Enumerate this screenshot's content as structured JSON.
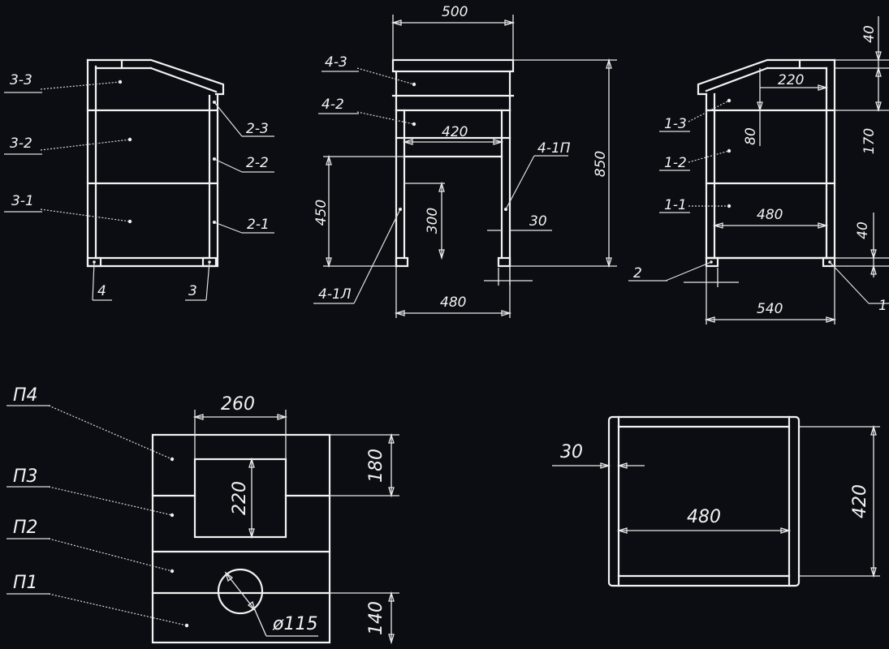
{
  "views": {
    "side_left": {
      "parts": [
        "3-3",
        "3-2",
        "3-1",
        "2-3",
        "2-2",
        "2-1",
        "4",
        "3"
      ]
    },
    "front": {
      "parts": [
        "4-3",
        "4-2",
        "4-1П",
        "4-1Л"
      ],
      "dims": [
        "500",
        "420",
        "450",
        "300",
        "30",
        "850",
        "480"
      ]
    },
    "side_right": {
      "parts": [
        "1-3",
        "1-2",
        "1-1",
        "2",
        "1"
      ],
      "dims": [
        "220",
        "40",
        "170",
        "80",
        "480",
        "40",
        "540"
      ]
    },
    "panel": {
      "parts": [
        "П4",
        "П3",
        "П2",
        "П1"
      ],
      "dims": [
        "260",
        "220",
        "180",
        "140",
        "ø115"
      ]
    },
    "top": {
      "dims": [
        "30",
        "480",
        "420"
      ]
    }
  },
  "colors": {
    "background": "#0b0d12",
    "lines": "#f2f2f2"
  }
}
